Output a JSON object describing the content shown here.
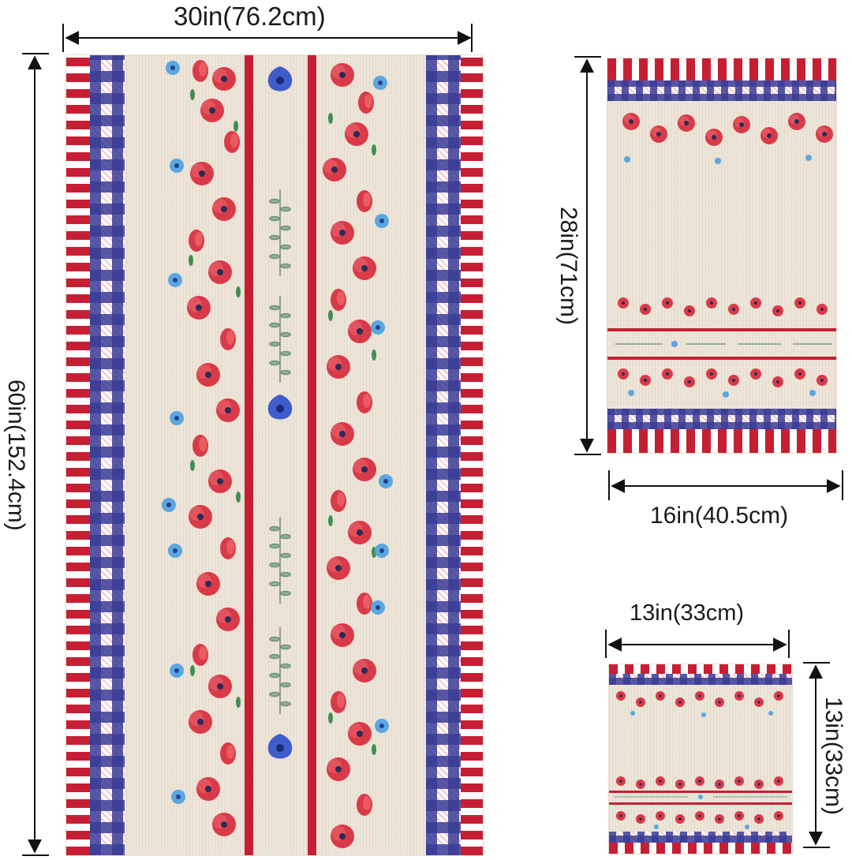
{
  "labels": {
    "large_width": "30in(76.2cm)",
    "large_height": "60in(152.4cm)",
    "medium_height": "28in(71cm)",
    "medium_width": "16in(40.5cm)",
    "small_width": "13in(33cm)",
    "small_height": "13in(33cm)"
  },
  "colors": {
    "poppy_red": "#d93a48",
    "stripe_red": "#c61f34",
    "navy": "#3a3c96",
    "linen": "#ece3d6",
    "leaf_green": "#3f8f4f",
    "cornflower": "#5aa6e0"
  },
  "icons": {
    "dimension_arrow": "double-headed-arrow",
    "poppy": "poppy-flower-motif",
    "cornflower": "cornflower-motif",
    "sprig": "leaf-sprig-motif"
  }
}
